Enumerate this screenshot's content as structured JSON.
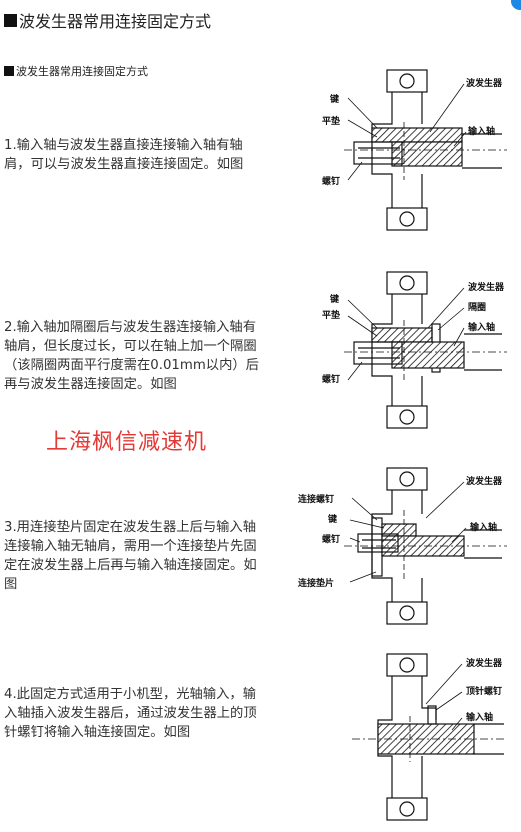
{
  "page": {
    "title": "波发生器常用连接固定方式",
    "subtitle": "波发生器常用连接固定方式",
    "watermark": "上海枫信减速机"
  },
  "sections": [
    {
      "text": "1.输入轴与波发生器直接连接输入轴有轴肩，可以与波发生器直接连接固定。如图",
      "labels": {
        "key": "键",
        "washer": "平垫",
        "screw": "螺钉",
        "wave_gen": "波发生器",
        "input_shaft": "输入轴"
      }
    },
    {
      "text": "2.输入轴加隔圈后与波发生器连接输入轴有轴肩，但长度过长，可以在轴上加一个隔圈（该隔圈两面平行度需在0.01mm以内）后再与波发生器连接固定。如图",
      "labels": {
        "key": "键",
        "washer": "平垫",
        "screw": "螺钉",
        "wave_gen": "波发生器",
        "spacer": "隔圈",
        "input_shaft": "输入轴"
      }
    },
    {
      "text": "3.用连接垫片固定在波发生器上后与输入轴连接输入轴无轴肩，需用一个连接垫片先固定在波发生器上后再与输入轴连接固定。如图",
      "labels": {
        "conn_screw": "连接螺钉",
        "key": "键",
        "screw": "螺钉",
        "wave_gen": "波发生器",
        "input_shaft": "输入轴",
        "conn_pad": "连接垫片"
      }
    },
    {
      "text": "4.此固定方式适用于小机型，光轴输入，输入轴插入波发生器后，通过波发生器上的顶针螺钉将输入轴连接固定。如图",
      "labels": {
        "wave_gen": "波发生器",
        "set_screw": "顶针螺钉",
        "input_shaft": "输入轴"
      }
    }
  ],
  "colors": {
    "watermark": "#e53935",
    "accent": "#1e88e5"
  }
}
